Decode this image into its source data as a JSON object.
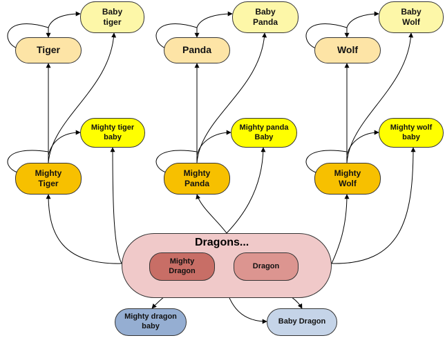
{
  "diagram": {
    "nodes": {
      "baby_tiger": "Baby\ntiger",
      "baby_panda": "Baby\nPanda",
      "baby_wolf": "Baby\nWolf",
      "tiger": "Tiger",
      "panda": "Panda",
      "wolf": "Wolf",
      "mighty_tiger_baby": "Mighty tiger\nbaby",
      "mighty_panda_baby": "Mighty panda\nBaby",
      "mighty_wolf_baby": "Mighty wolf\nbaby",
      "mighty_tiger": "Mighty\nTiger",
      "mighty_panda": "Mighty\nPanda",
      "mighty_wolf": "Mighty\nWolf",
      "dragons_group": "Dragons...",
      "mighty_dragon": "Mighty\nDragon",
      "dragon": "Dragon",
      "mighty_dragon_baby": "Mighty dragon\nbaby",
      "baby_dragon": "Baby Dragon"
    },
    "colors": {
      "baby": "#fdf7a8",
      "adult": "#fde4a6",
      "mighty_baby": "#ffff00",
      "mighty": "#f7c000",
      "dragons_group": "#f0c9c9",
      "mighty_dragon": "#c86e66",
      "dragon": "#dc9590",
      "mighty_dragon_baby": "#95aed2",
      "baby_dragon": "#c5d4e8"
    }
  }
}
